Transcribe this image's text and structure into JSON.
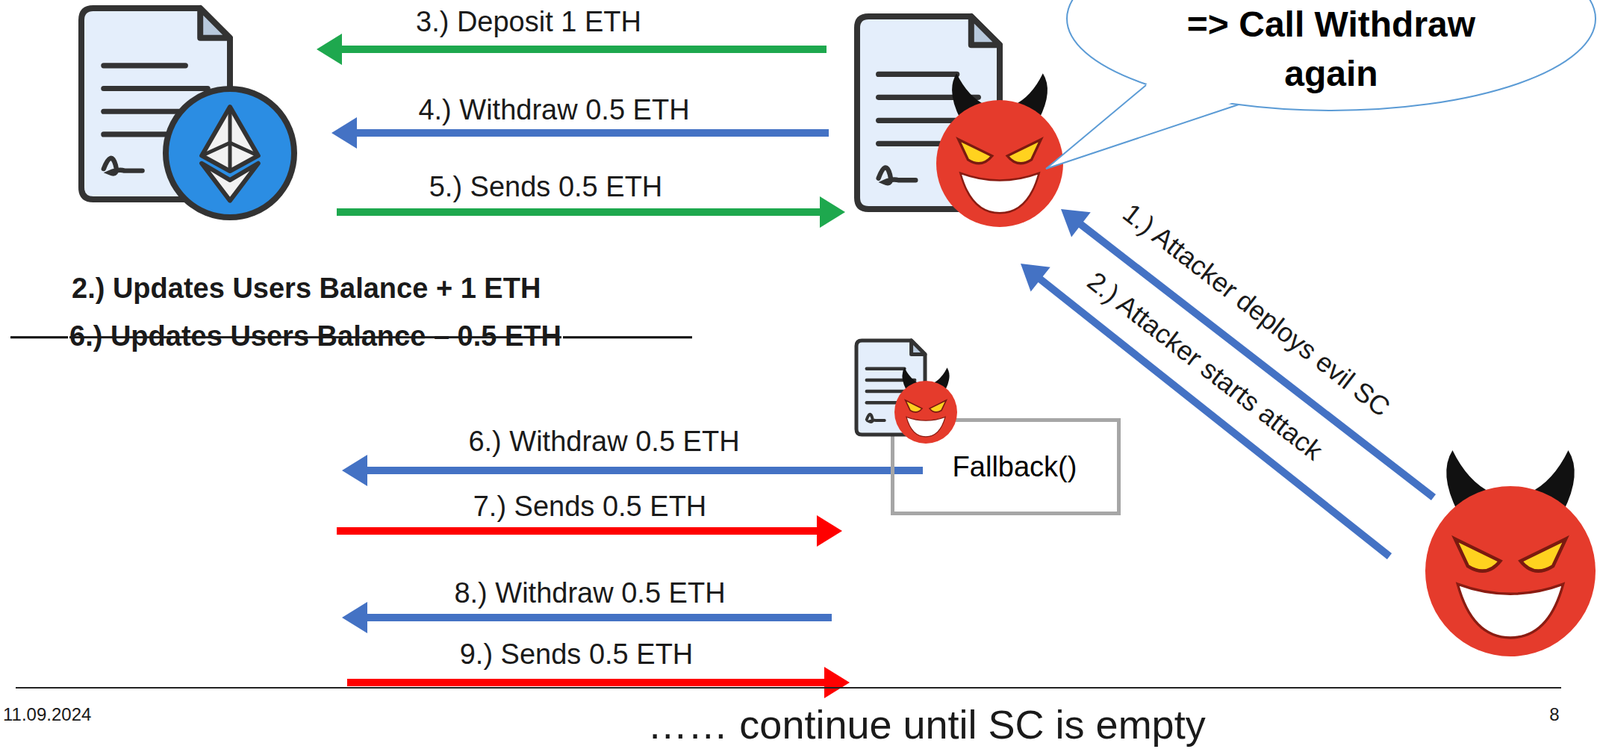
{
  "diagram": {
    "nodes": [
      {
        "text": [
          "=> Call Withdraw again"
        ]
      },
      {
        "text": [
          "Fallback()"
        ]
      }
    ],
    "labels": [
      "3.) Deposit 1 ETH",
      "4.) Withdraw 0.5 ETH",
      "5.) Sends 0.5 ETH",
      "2.) Updates Users Balance + 1 ETH",
      "6.) Updates Users Balance – 0.5 ETH",
      "1.) Attacker deploys evil SC",
      "2.) Attacker starts attack",
      "6.) Withdraw 0.5 ETH",
      "7.) Sends 0.5 ETH",
      "8.) Withdraw 0.5 ETH",
      "9.) Sends 0.5 ETH",
      "11.09.2024",
      "…… continue until SC is empty",
      "8"
    ]
  }
}
